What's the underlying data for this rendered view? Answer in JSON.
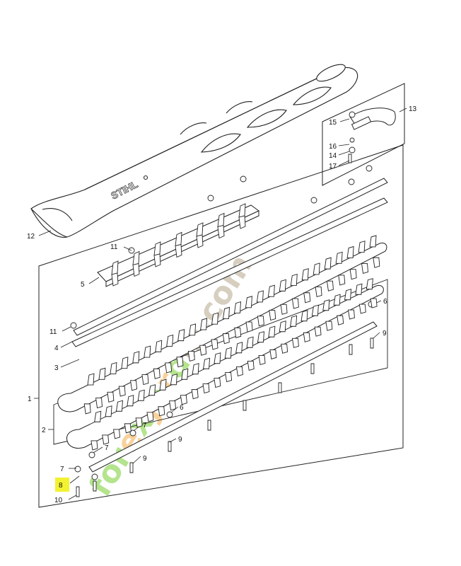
{
  "diagram": {
    "brand_text": "STIHL",
    "watermark_text": "forexjardin.com",
    "highlight_color": "#f2f230",
    "watermark_colors": [
      "#a8e07a",
      "#f7c98a",
      "#cfc6b4"
    ],
    "callouts": [
      {
        "id": "c1",
        "text": "1"
      },
      {
        "id": "c2",
        "text": "2"
      },
      {
        "id": "c3",
        "text": "3"
      },
      {
        "id": "c4",
        "text": "4"
      },
      {
        "id": "c5",
        "text": "5"
      },
      {
        "id": "c6a",
        "text": "6"
      },
      {
        "id": "c6b",
        "text": "6"
      },
      {
        "id": "c7a",
        "text": "7"
      },
      {
        "id": "c7b",
        "text": "7"
      },
      {
        "id": "c7c",
        "text": "7"
      },
      {
        "id": "c8",
        "text": "8"
      },
      {
        "id": "c9a",
        "text": "9"
      },
      {
        "id": "c9b",
        "text": "9"
      },
      {
        "id": "c9c",
        "text": "9"
      },
      {
        "id": "c10",
        "text": "10"
      },
      {
        "id": "c11a",
        "text": "11"
      },
      {
        "id": "c11b",
        "text": "11"
      },
      {
        "id": "c12",
        "text": "12"
      },
      {
        "id": "c13",
        "text": "13"
      },
      {
        "id": "c14",
        "text": "14"
      },
      {
        "id": "c15",
        "text": "15"
      },
      {
        "id": "c16",
        "text": "16"
      },
      {
        "id": "c17",
        "text": "17"
      }
    ]
  }
}
